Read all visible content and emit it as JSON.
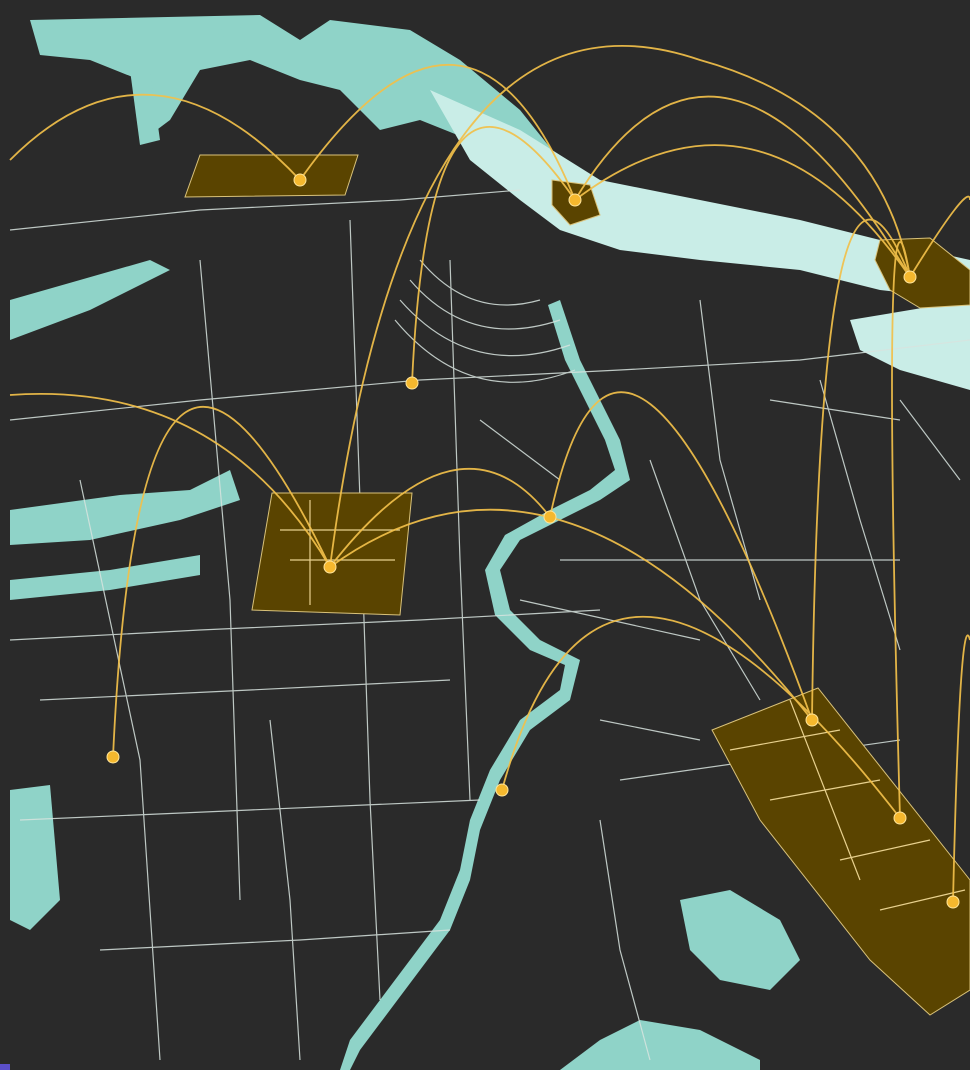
{
  "map": {
    "colors": {
      "land": "#2a2a2a",
      "water": "#8fd3c8",
      "water_light": "#c9ede7",
      "arc": "#f2c04a",
      "node": "#f5b82e",
      "zone_fill": "#5a4400",
      "zone_edge": "#d9c27a",
      "road": "#d8e4df"
    },
    "zones": [
      {
        "id": "zone-northwest"
      },
      {
        "id": "zone-harbor-center"
      },
      {
        "id": "zone-harbor-east"
      },
      {
        "id": "zone-west-center"
      },
      {
        "id": "zone-southeast"
      }
    ],
    "nodes": [
      {
        "id": "node-1"
      },
      {
        "id": "node-2"
      },
      {
        "id": "node-3"
      },
      {
        "id": "node-4"
      },
      {
        "id": "node-5"
      },
      {
        "id": "node-6"
      },
      {
        "id": "node-7"
      },
      {
        "id": "node-8"
      },
      {
        "id": "node-9"
      },
      {
        "id": "node-10"
      },
      {
        "id": "node-11"
      }
    ],
    "arc_count": 16
  }
}
